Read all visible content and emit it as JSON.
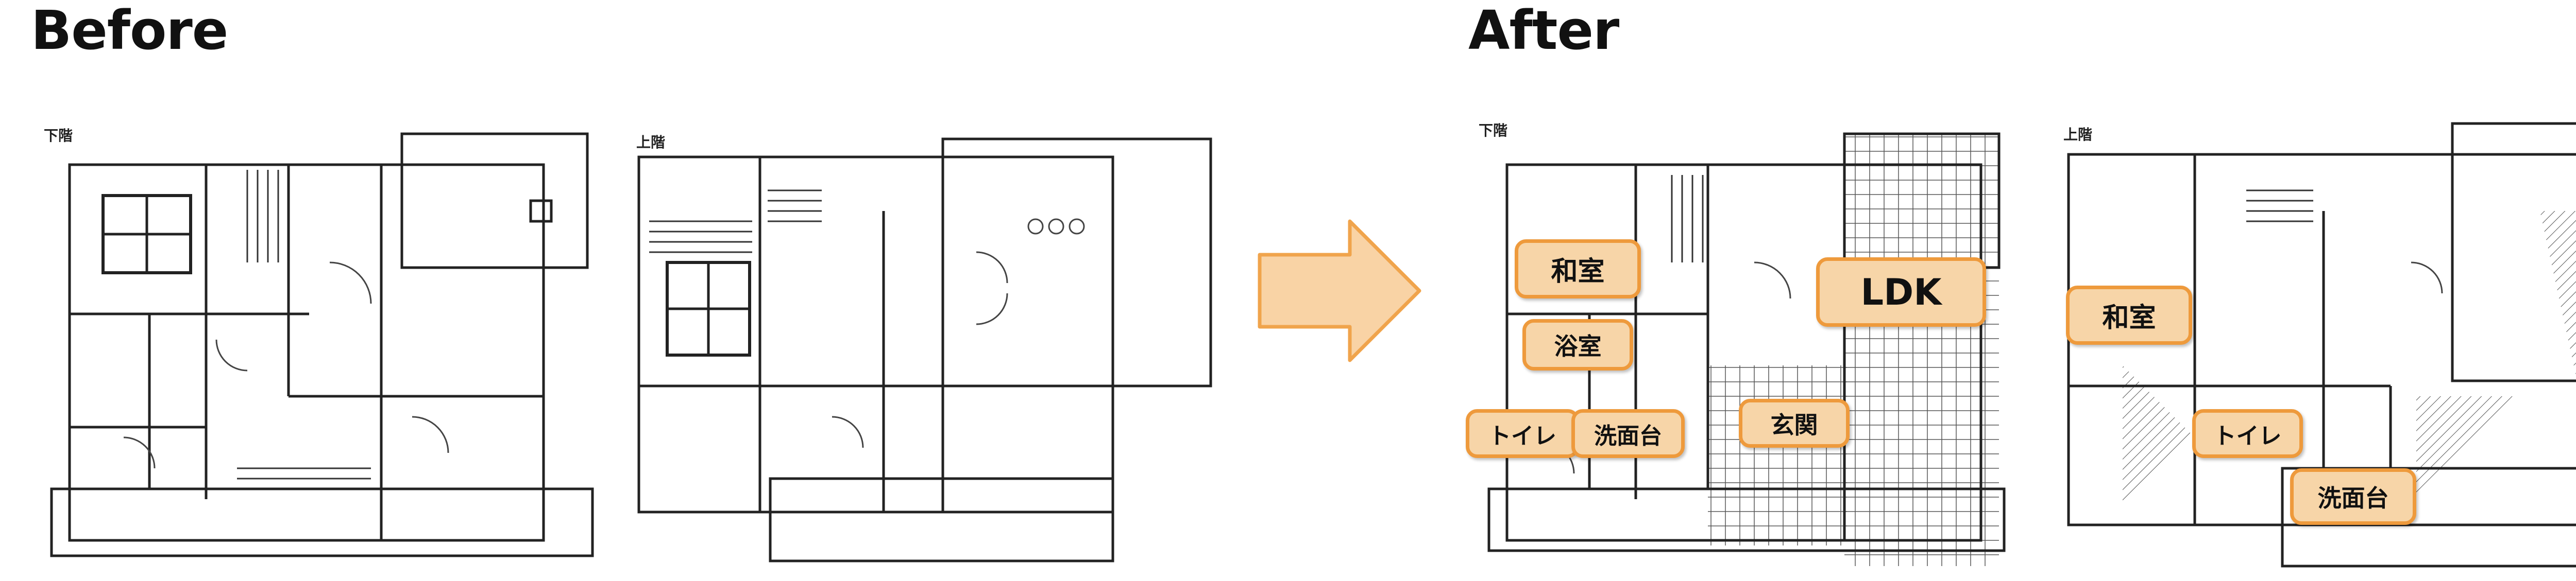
{
  "headings": {
    "before": "Before",
    "after": "After"
  },
  "floors": {
    "lower": "下階",
    "upper": "上階"
  },
  "rooms": {
    "washitsu": "和室",
    "ldk": "LDK",
    "yokushitsu": "浴室",
    "toire": "トイレ",
    "senmendai": "洗面台",
    "genkan": "玄関"
  },
  "colors": {
    "label_fill": "#f7d5a8",
    "label_border": "#ee9a3c",
    "arrow_fill": "#f9d3a5",
    "arrow_stroke": "#f0a44c",
    "plan_line": "#222222"
  }
}
